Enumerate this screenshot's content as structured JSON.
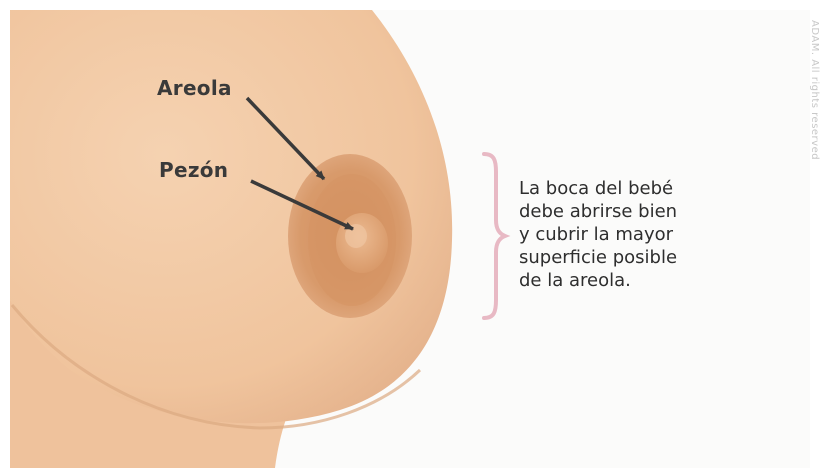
{
  "labels": {
    "areola": "Areola",
    "pezon": "Pezón"
  },
  "caption_lines": [
    "La boca del bebé",
    "debe abrirse bien",
    "y cubrir la mayor",
    "superficie posible",
    "de la areola."
  ],
  "watermark": "ADAM.  All rights reserved",
  "colors": {
    "skin": "#f2c9a4",
    "skin_shadow": "#e0ad82",
    "areola": "#d99a6a",
    "areola_inner": "#cf8d5d",
    "nipple": "#e3a97b",
    "arrow": "#3a3a3a",
    "bracket": "#e8b9c4"
  }
}
